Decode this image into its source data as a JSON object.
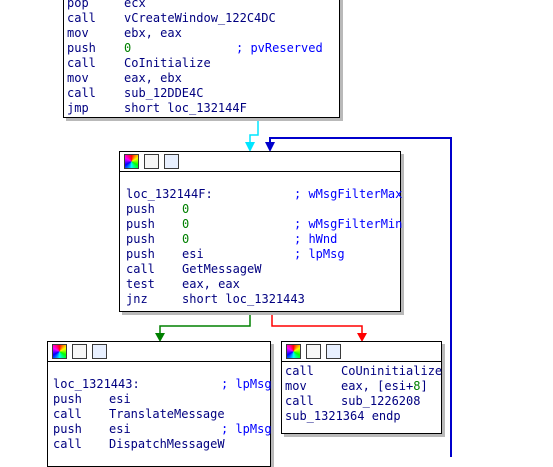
{
  "colors": {
    "mnemonic": "#000080",
    "operand": "#000080",
    "number": "#008000",
    "comment": "#0000ff",
    "edge_cyan": "#00e5ff",
    "edge_blue": "#0000cc",
    "edge_green": "#008000",
    "edge_red": "#ff0000",
    "block_border": "#000000",
    "block_shadow": "#b9b9b9"
  },
  "header_icons": [
    "palette-icon",
    "edit-icon",
    "graph-icon"
  ],
  "block_top": {
    "lines": [
      {
        "mn": "pop",
        "op": "ecx"
      },
      {
        "mn": "call",
        "op": "vCreateWindow_122C4DC"
      },
      {
        "mn": "mov",
        "op": "ebx, eax"
      },
      {
        "mn": "push",
        "num": "0",
        "comment": "; pvReserved"
      },
      {
        "mn": "call",
        "op": "CoInitialize"
      },
      {
        "mn": "mov",
        "op": "eax, ebx"
      },
      {
        "mn": "call",
        "op": "sub_12DDE4C"
      },
      {
        "mn": "jmp",
        "op": "short loc_132144F"
      }
    ]
  },
  "block_mid": {
    "label": "loc_132144F:",
    "label_comment": "; wMsgFilterMax",
    "lines": [
      {
        "mn": "push",
        "num": "0"
      },
      {
        "mn": "push",
        "num": "0",
        "comment": "; wMsgFilterMin"
      },
      {
        "mn": "push",
        "num": "0",
        "comment": "; hWnd"
      },
      {
        "mn": "push",
        "op": "esi",
        "comment": "; lpMsg"
      },
      {
        "mn": "call",
        "op": "GetMessageW"
      },
      {
        "mn": "test",
        "op": "eax, eax"
      },
      {
        "mn": "jnz",
        "op": "short loc_1321443"
      }
    ]
  },
  "block_left": {
    "label": "loc_1321443:",
    "label_comment": "; lpMsg",
    "lines": [
      {
        "mn": "push",
        "op": "esi"
      },
      {
        "mn": "call",
        "op": "TranslateMessage"
      },
      {
        "mn": "push",
        "op": "esi",
        "comment": "; lpMsg"
      },
      {
        "mn": "call",
        "op": "DispatchMessageW"
      }
    ]
  },
  "block_right": {
    "lines": [
      {
        "mn": "call",
        "op": "CoUninitialize"
      },
      {
        "mn": "mov",
        "op": "eax, [esi+",
        "num": "8",
        "op_tail": "]"
      },
      {
        "mn": "call",
        "op": "sub_1226208"
      },
      {
        "text": "sub_1321364 endp"
      }
    ]
  }
}
